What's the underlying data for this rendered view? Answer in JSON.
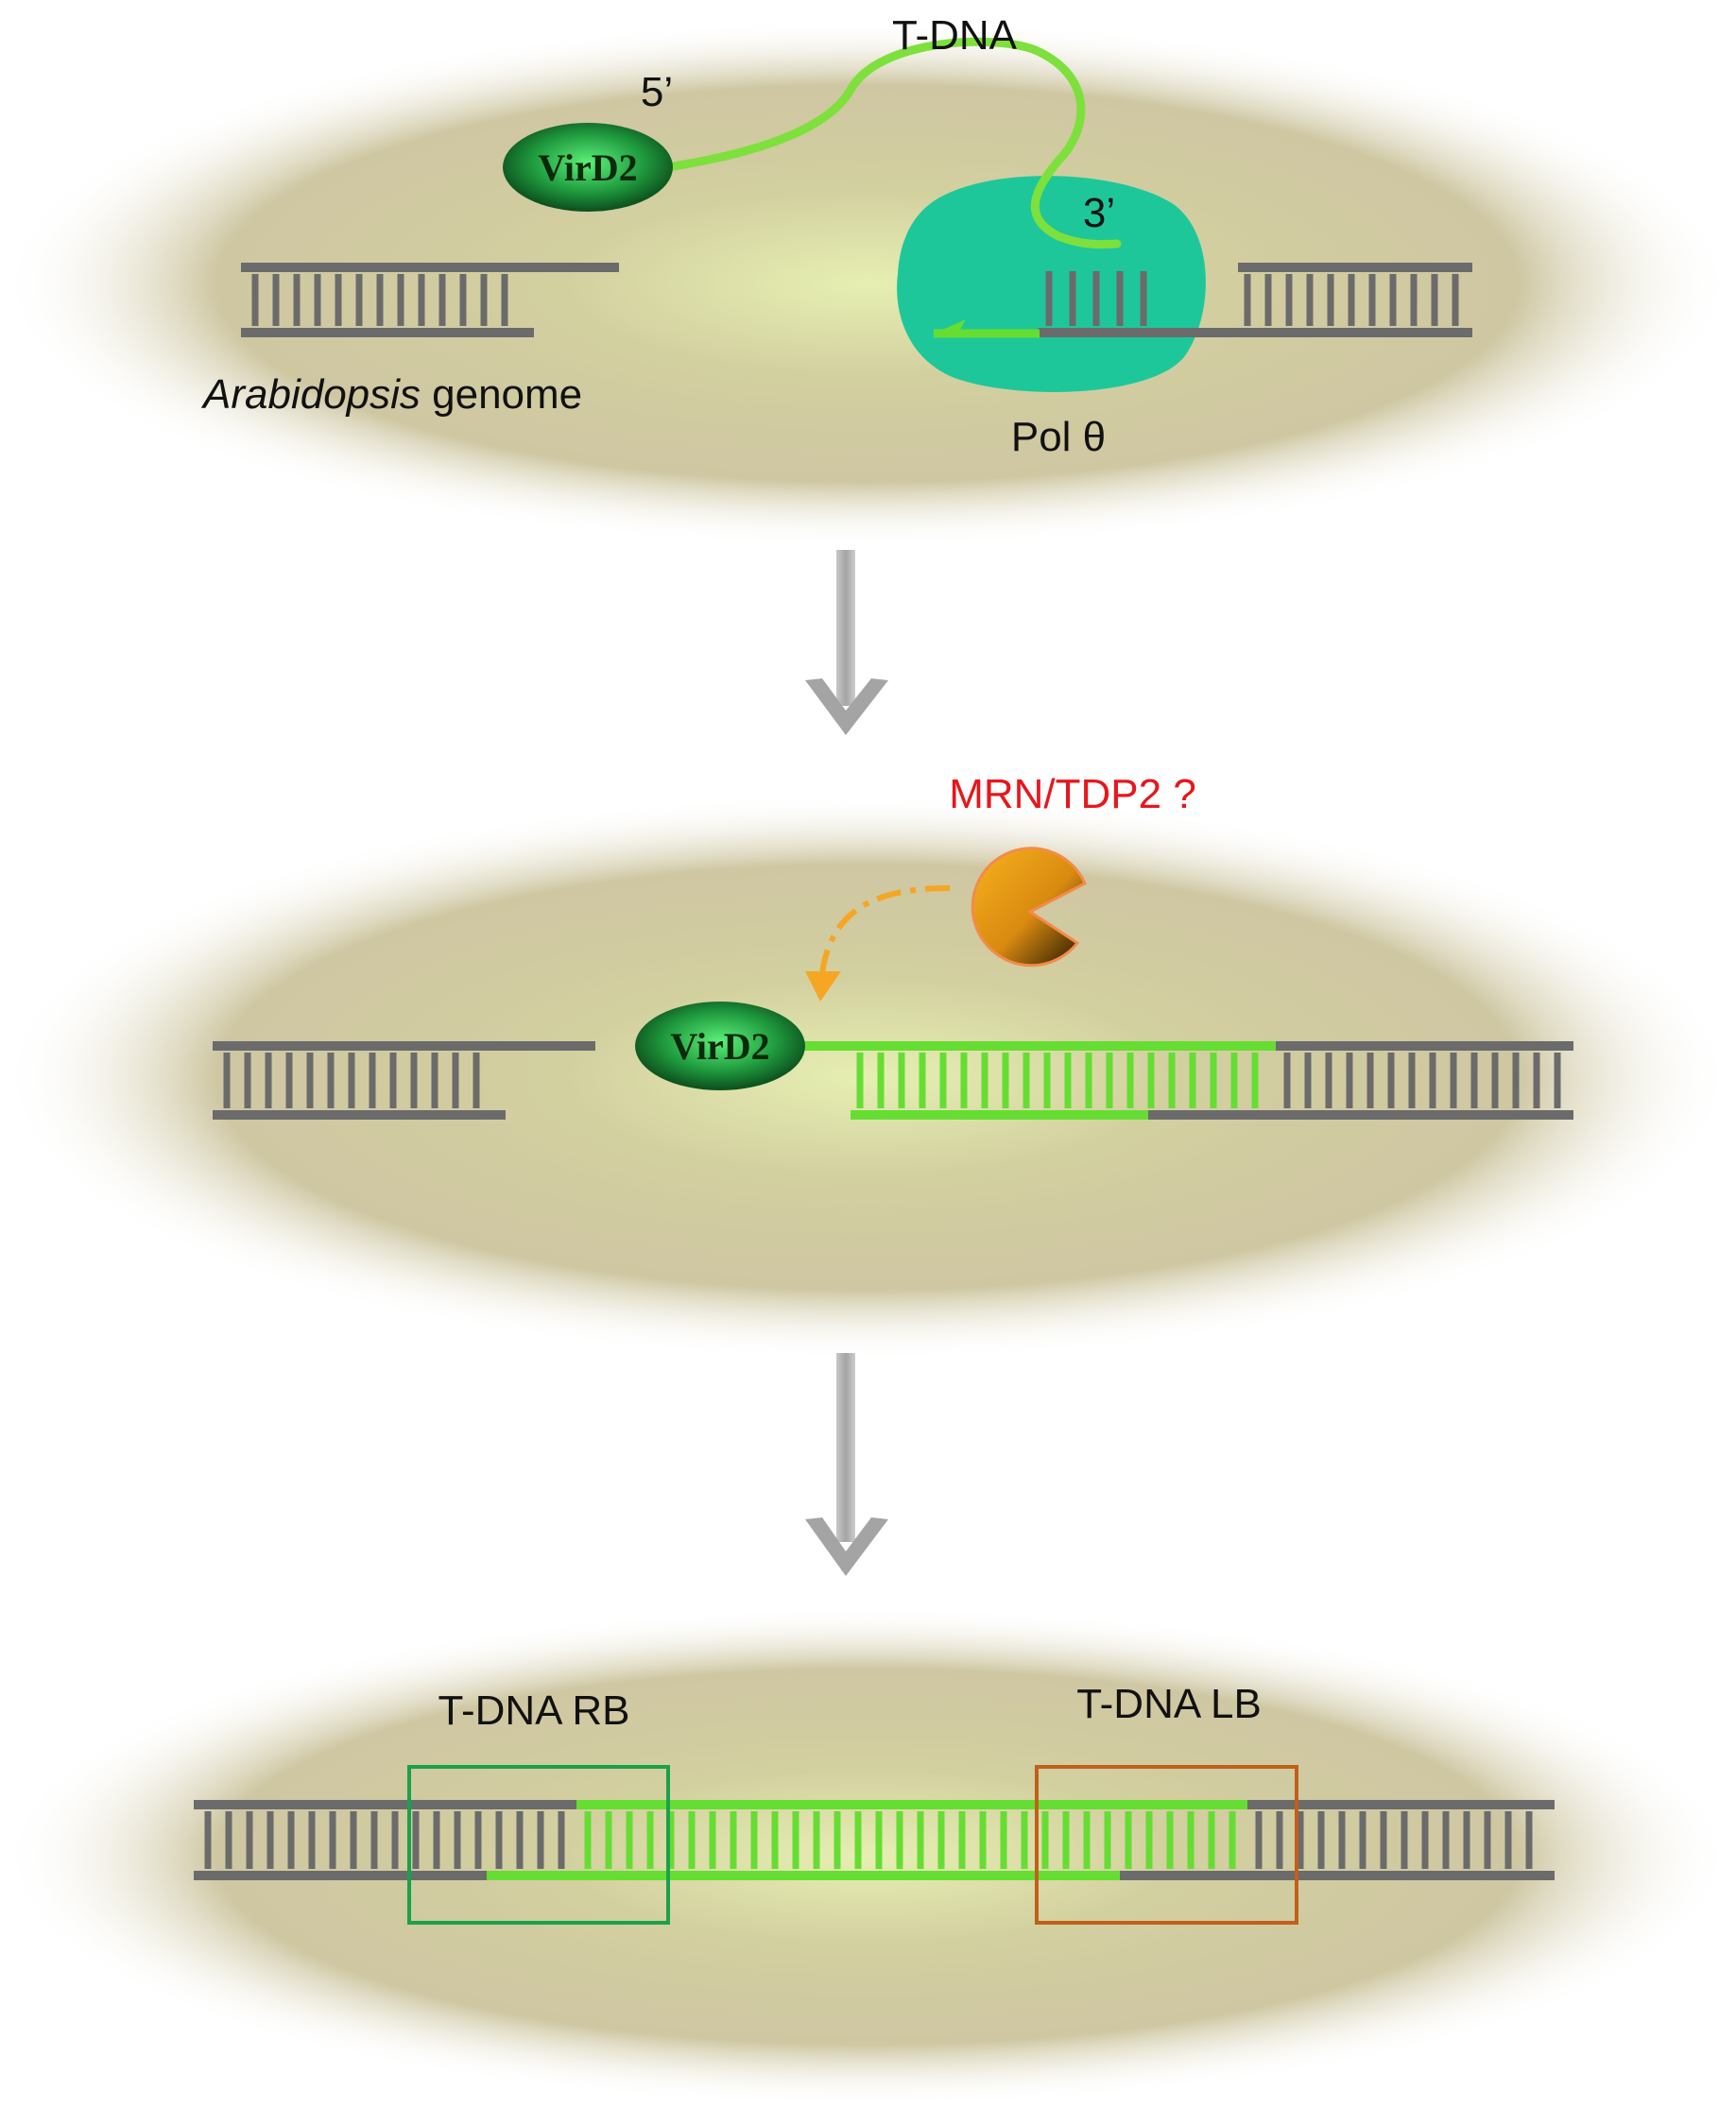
{
  "panel1": {
    "tdna_label": "T-DNA",
    "five_prime": "5’",
    "three_prime": "3’",
    "protein_label": "VirD2",
    "genome_italic": "Arabidopsis",
    "genome_rest": " genome",
    "polymerase_label": "Pol θ"
  },
  "panel2": {
    "question_label": "MRN/TDP2 ?",
    "protein_label": "VirD2"
  },
  "panel3": {
    "rb_label": "T-DNA RB",
    "lb_label": "T-DNA LB"
  },
  "colors": {
    "dna_gray": "#6b6b6b",
    "tdna_green": "#66dd33",
    "virD2": "#1f8a3a",
    "pol_theta": "#1ec79a",
    "question_red": "#e8161b",
    "enzyme_orange": "#f5a623",
    "rb_box": "#1aa14a",
    "lb_box": "#c0601a",
    "arrow_gray": "#a8a8a8",
    "cell_bg": "#c9c094"
  },
  "icons": {
    "flow_arrow": "down-arrow-icon",
    "enzyme": "pacman-enzyme-icon",
    "dashed_arrow": "curved-dashed-arrow-icon"
  }
}
